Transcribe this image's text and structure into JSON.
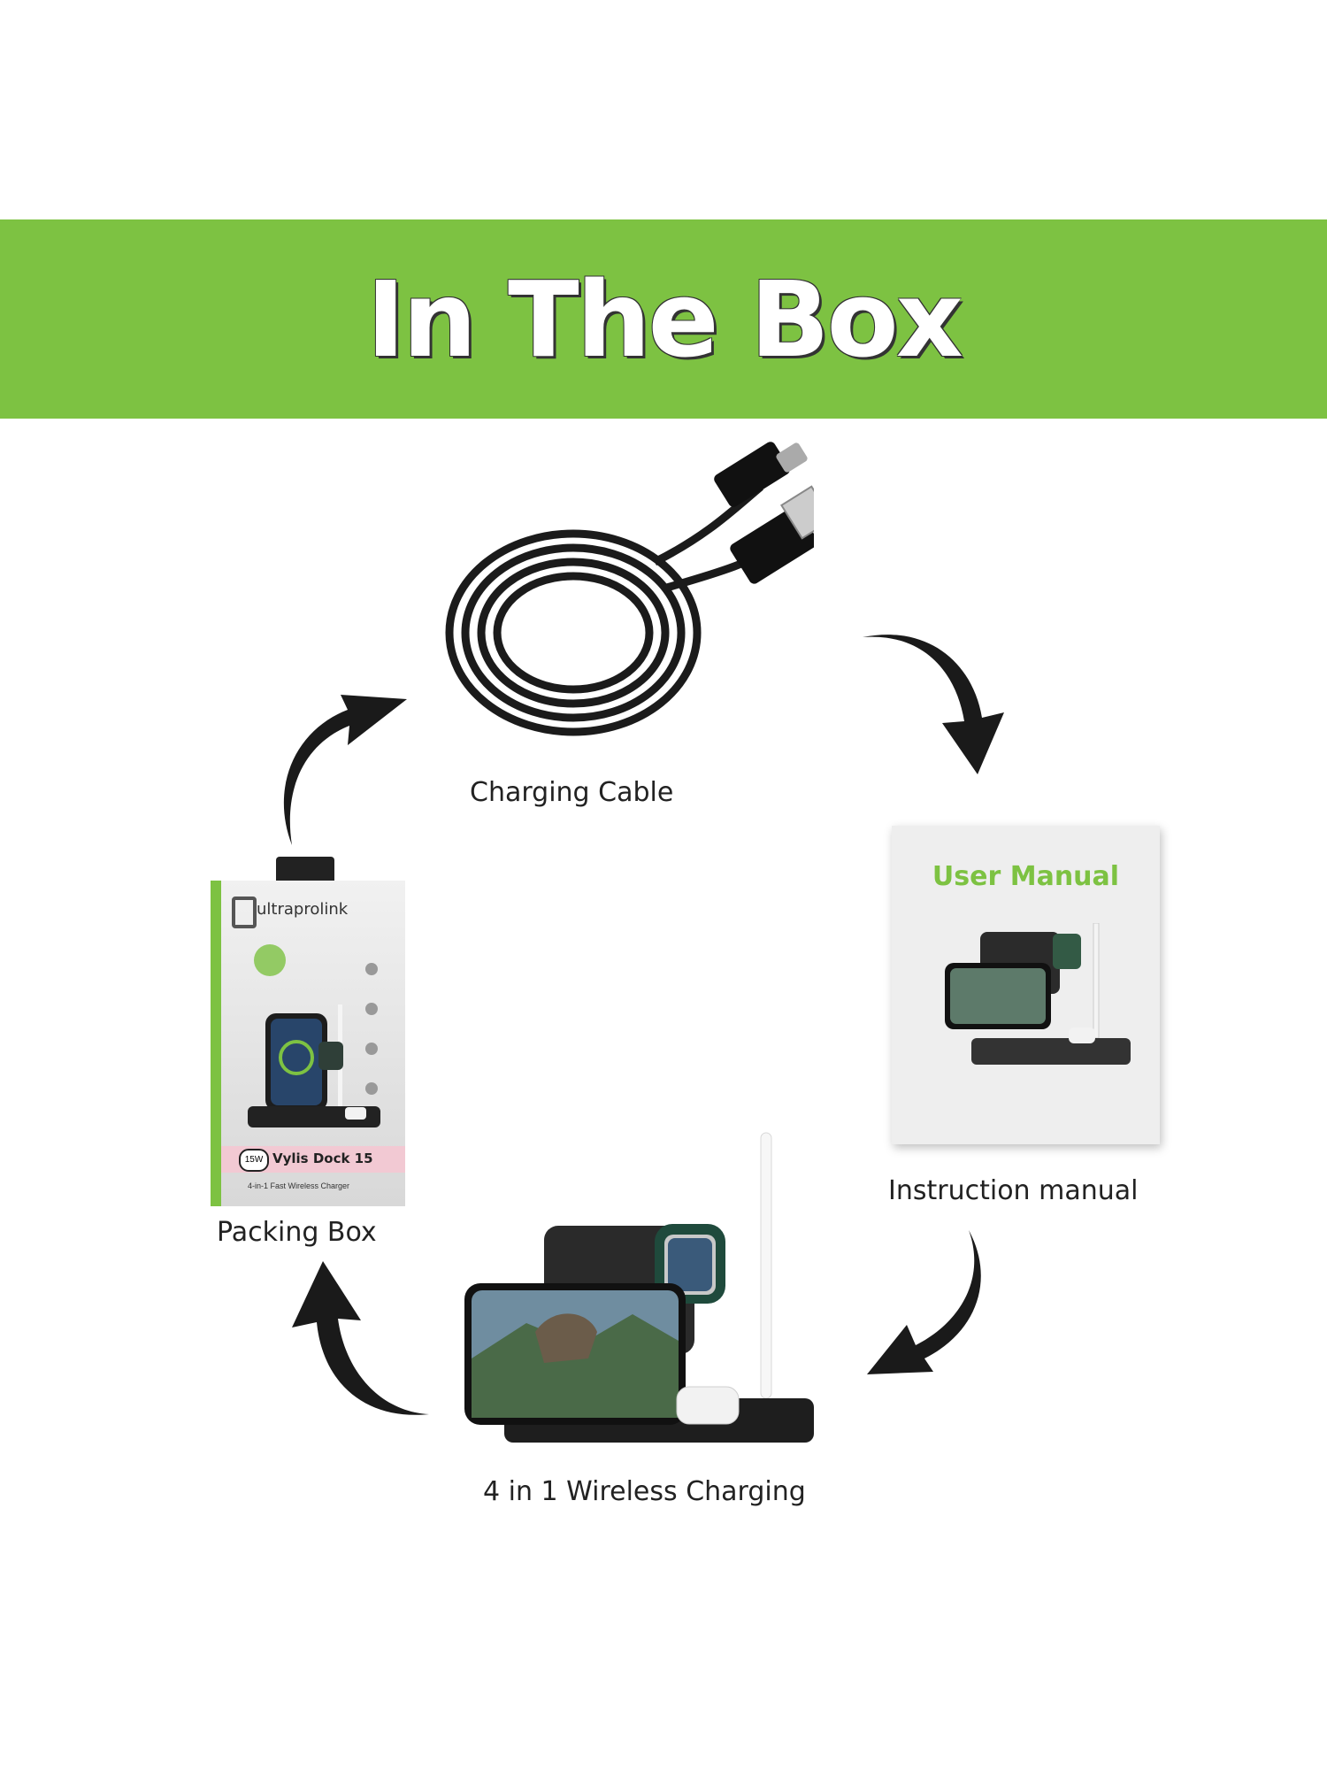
{
  "banner": {
    "title": "In The Box"
  },
  "items": {
    "cable": {
      "label": "Charging Cable"
    },
    "manual": {
      "label": "Instruction manual",
      "cover_title": "User Manual"
    },
    "charger": {
      "label": "4 in 1 Wireless Charging"
    },
    "box": {
      "label": "Packing Box",
      "brand": "ultraprolink",
      "model": "Vylis Dock 15",
      "power": "15W",
      "subtitle": "4-in-1 Fast Wireless Charger"
    }
  },
  "colors": {
    "accent": "#7dc242",
    "arrow": "#1a1a1a"
  }
}
